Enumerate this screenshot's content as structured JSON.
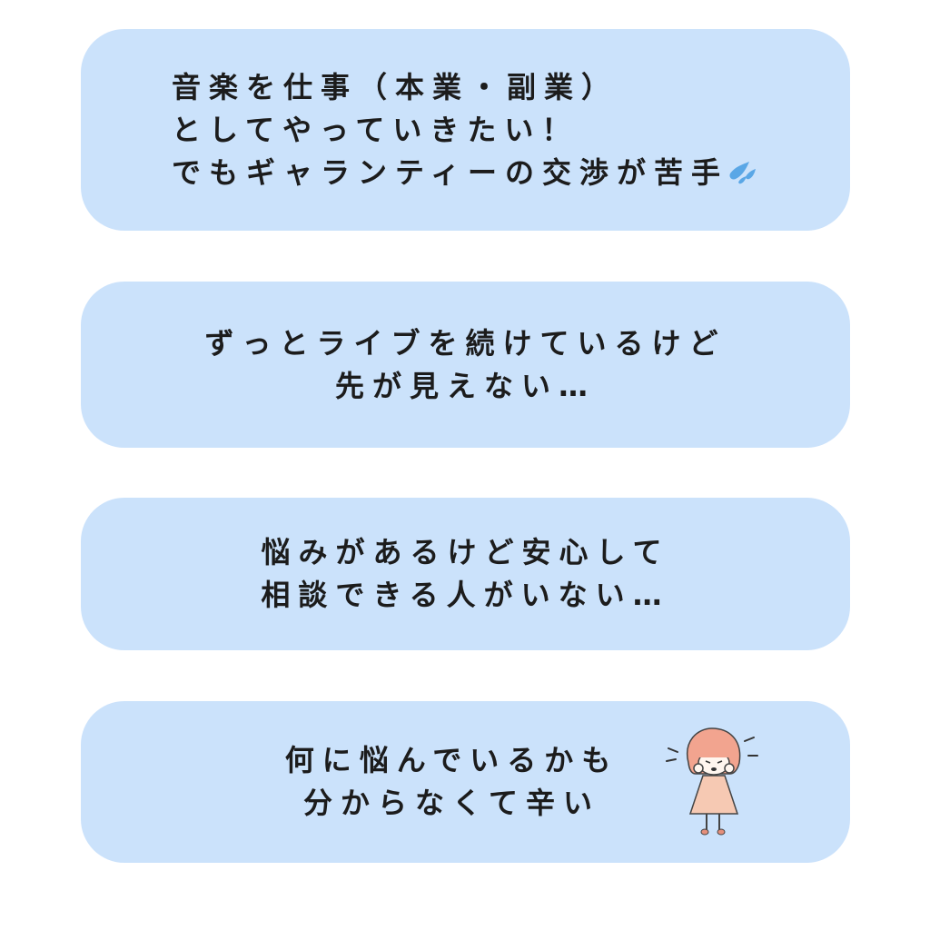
{
  "cards": [
    {
      "lines": [
        "音楽を仕事（本業・副業）",
        "としてやっていきたい！",
        "でもギャランティーの交渉が苦手"
      ],
      "icon": "sweat-drops-icon"
    },
    {
      "lines": [
        "ずっとライブを続けているけど",
        "先が見えない…"
      ]
    },
    {
      "lines": [
        "悩みがあるけど安心して",
        "相談できる人がいない…"
      ]
    },
    {
      "lines": [
        "何に悩んでいるかも",
        "分からなくて辛い"
      ],
      "illustration": "crying-girl-icon"
    }
  ],
  "colors": {
    "card_bg": "#cbe2fb",
    "text": "#1c1c1c",
    "drop": "#5aa7e6",
    "girl_hair": "#f2a48f",
    "girl_dress": "#f6c9b3"
  }
}
